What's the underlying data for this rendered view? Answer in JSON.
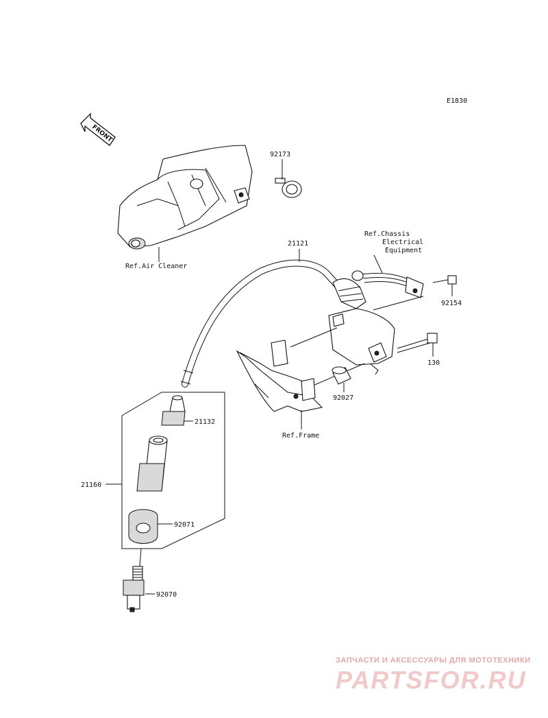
{
  "diagram_code": "E1830",
  "front_label": "FRONT",
  "parts": {
    "p92173": "92173",
    "p21121": "21121",
    "p92154": "92154",
    "p130": "130",
    "p92027": "92027",
    "p21132": "21132",
    "p21160": "21160",
    "p92071": "92071",
    "p92070": "92070"
  },
  "refs": {
    "air_cleaner": "Ref.Air Cleaner",
    "chassis_line1": "Ref.Chassis",
    "chassis_line2": "Electrical",
    "chassis_line3": "Equipment",
    "frame": "Ref.Frame"
  },
  "watermark": {
    "tagline": "ЗАПЧАСТИ И АКСЕССУАРЫ ДЛЯ МОТОТЕХНИКИ",
    "logo": "PARTSFOR.RU"
  }
}
